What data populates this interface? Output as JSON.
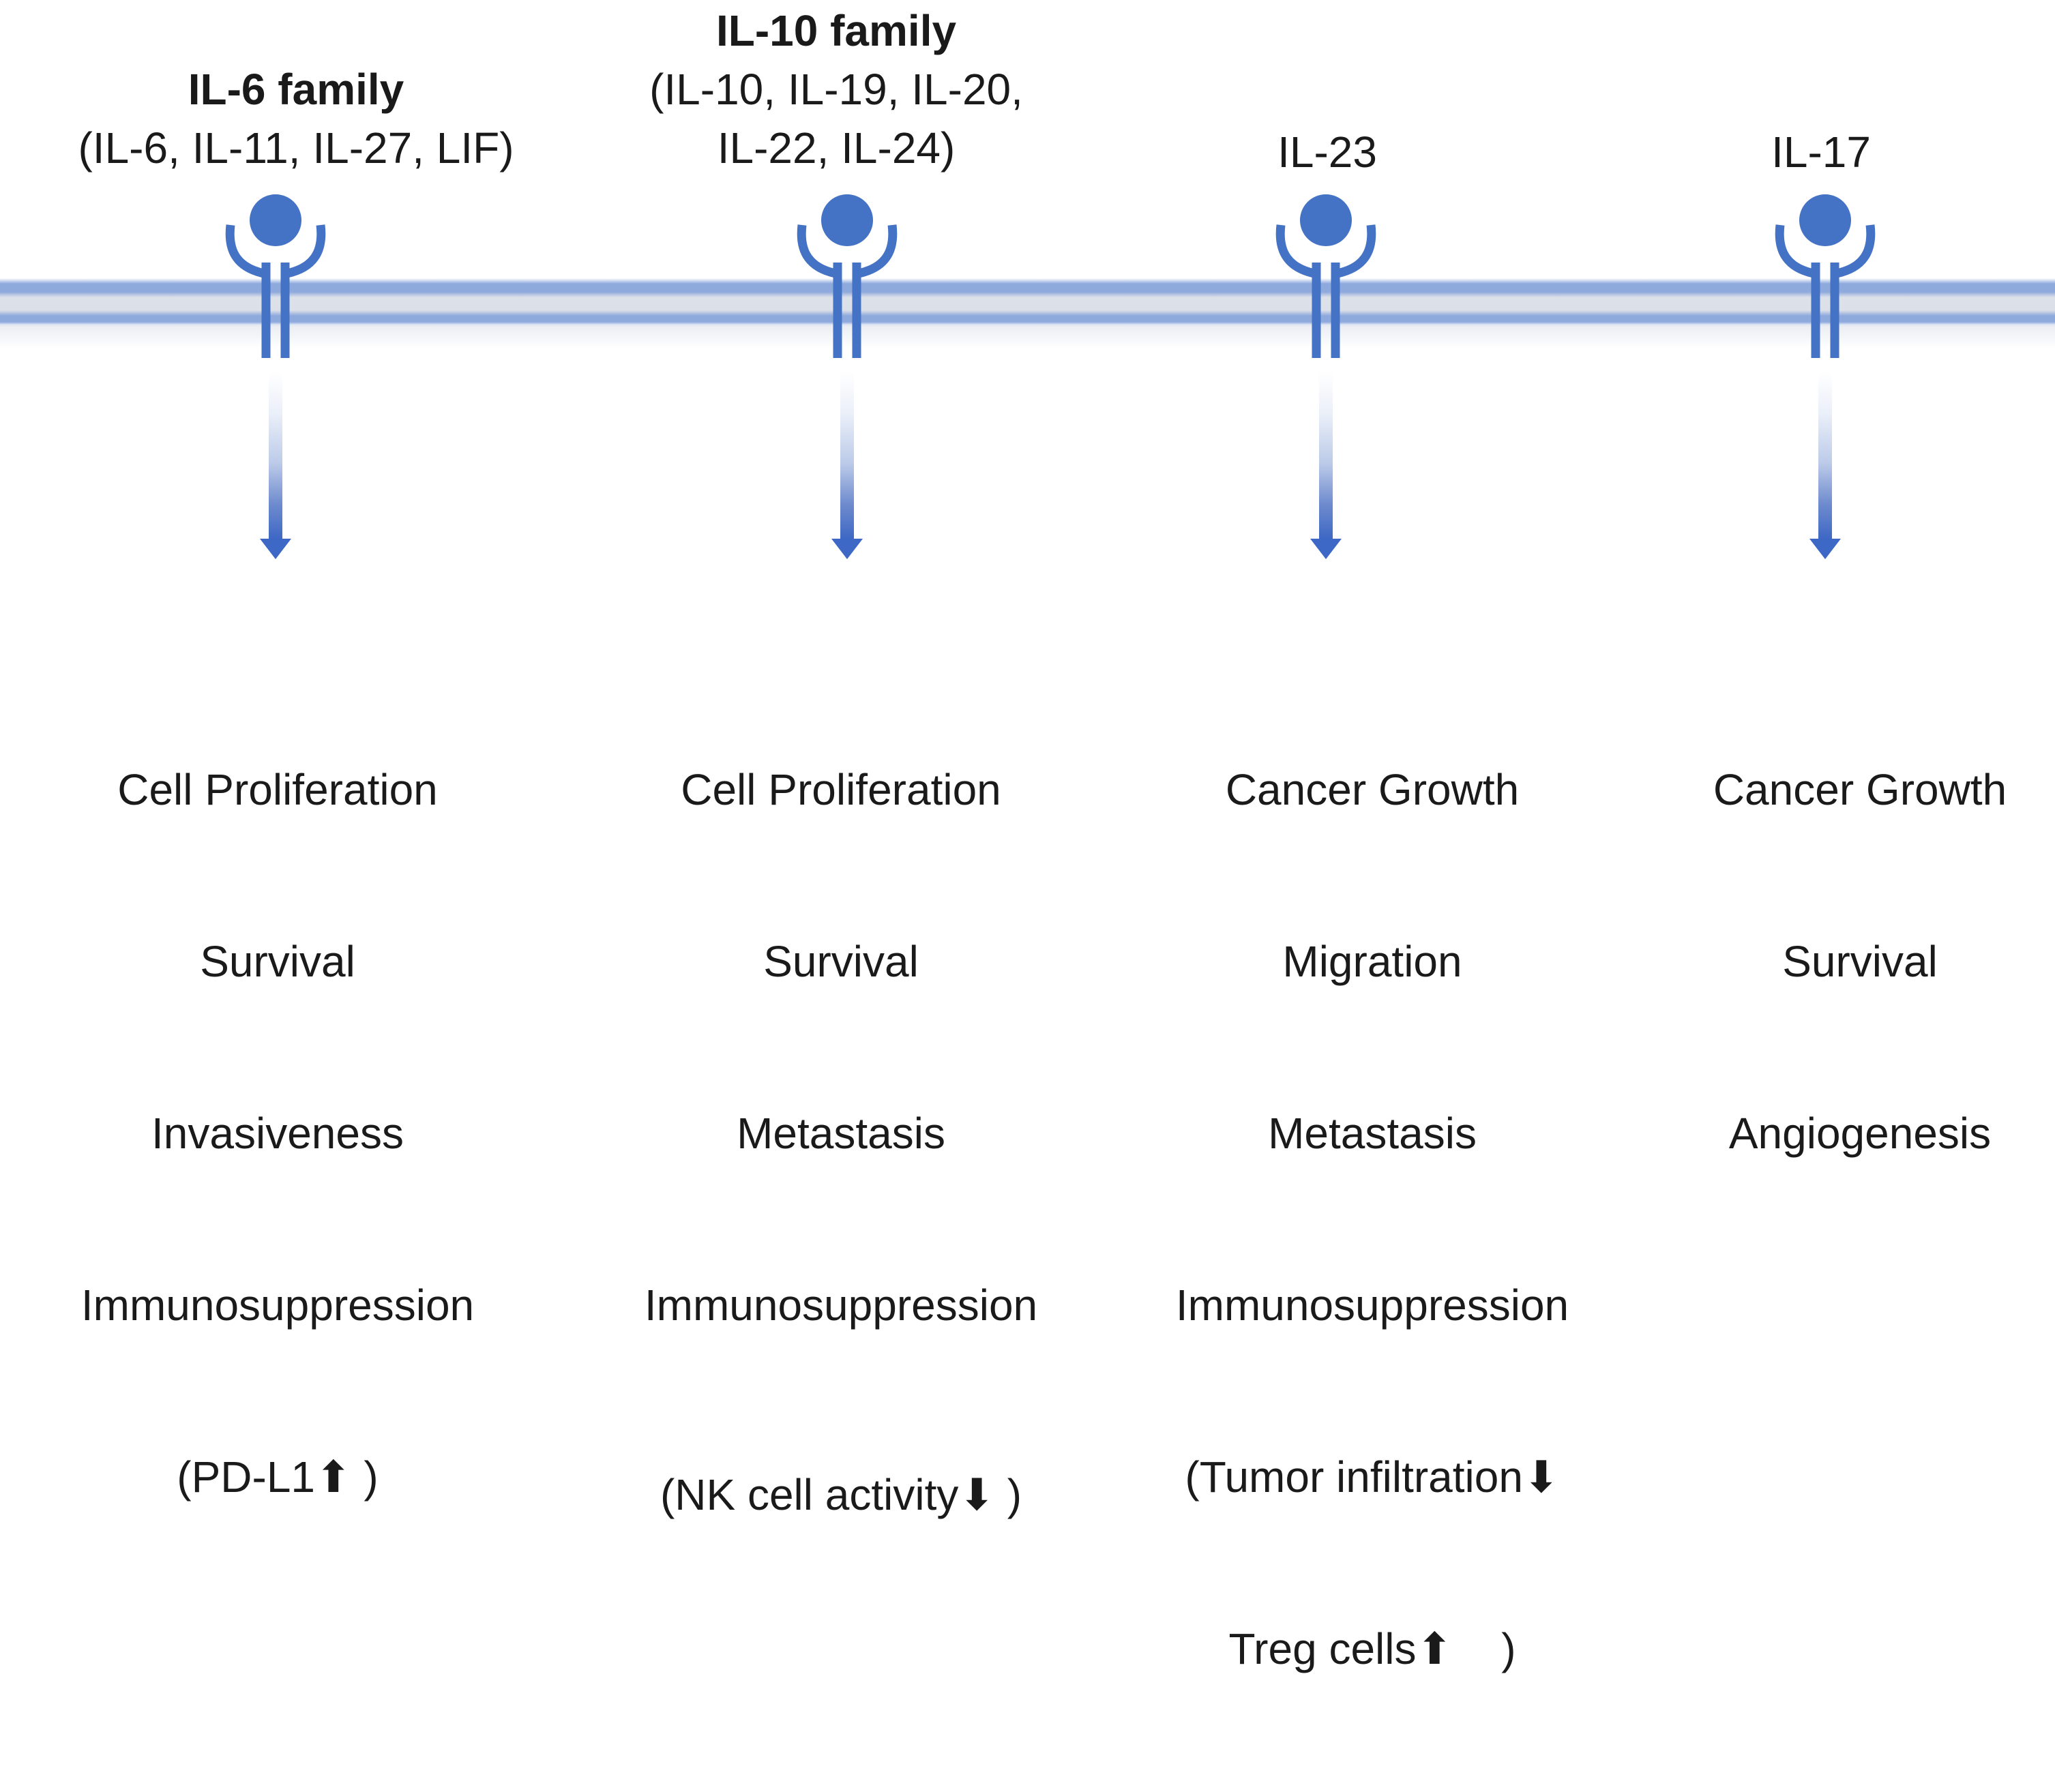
{
  "colors": {
    "receptor_blue": "#4472C4",
    "membrane_stripe": "#8EA9DC",
    "membrane_fill": "#DCE0E9",
    "arrow_deep_blue": "#3E68C5",
    "text_black": "#1A1A1A"
  },
  "icons": {
    "receptor": "cytokine-receptor",
    "membrane": "cell-membrane",
    "signal_arrow": "signal-down-arrow"
  },
  "columns": [
    {
      "title": "IL-6 family",
      "members": [
        "(IL-6, IL-11, IL-27, LIF)"
      ],
      "effects": [
        "Cell Proliferation",
        "Survival",
        "Invasiveness",
        "Immunosuppression",
        "(PD-L1⬆ )"
      ]
    },
    {
      "title": "IL-10 family",
      "members": [
        "(IL-10, IL-19, IL-20,",
        "IL-22, IL-24)"
      ],
      "effects": [
        "Cell Proliferation",
        "Survival",
        "Metastasis",
        "Immunosuppression",
        "(NK cell activity⬇ )"
      ]
    },
    {
      "title": "IL-23",
      "members": [],
      "effects": [
        "Cancer Growth",
        "Migration",
        "Metastasis",
        "Immunosuppression",
        "(Tumor infiltration⬇",
        "Treg cells⬆    )"
      ]
    },
    {
      "title": "IL-17",
      "members": [],
      "effects": [
        "Cancer Growth",
        "Survival",
        "Angiogenesis"
      ]
    }
  ]
}
